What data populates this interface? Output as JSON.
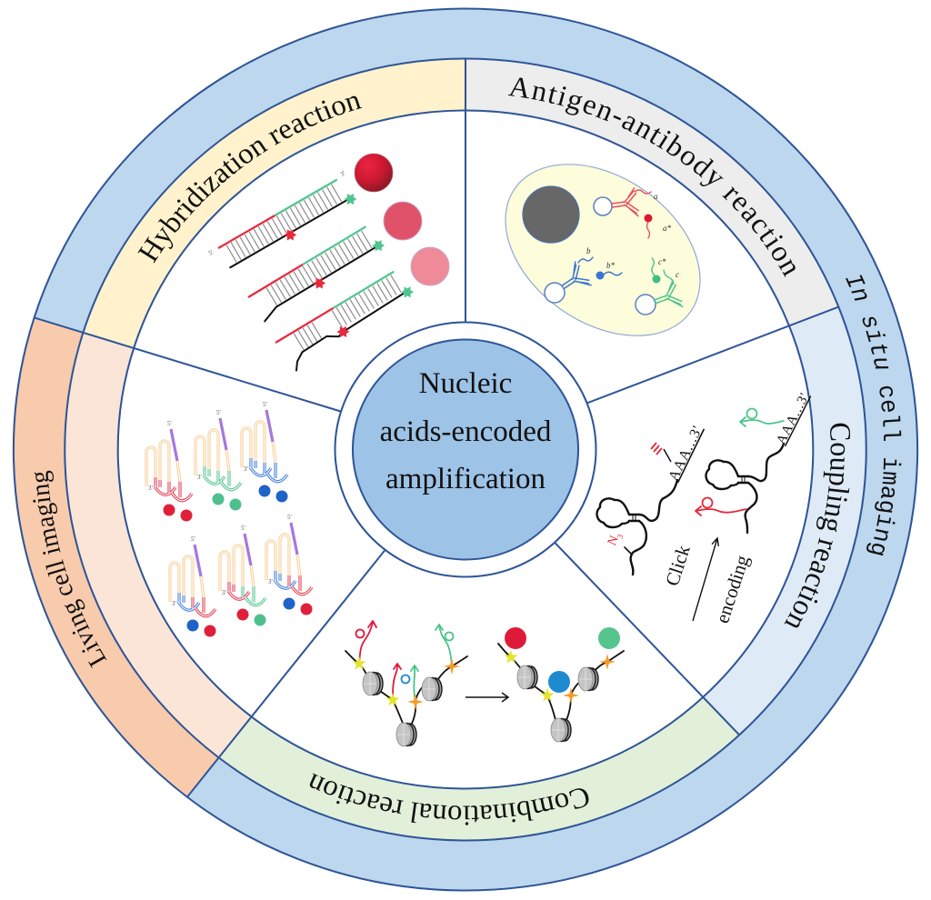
{
  "center": {
    "line1": "Nucleic",
    "line2": "acids-encoded",
    "line3": "amplification"
  },
  "outer_ring": {
    "in_situ_italic": "In situ",
    "in_situ_rest": " cell imaging",
    "living": "Living cell imaging"
  },
  "sectors": {
    "hybridization": {
      "label": "Hybridization reaction",
      "five_prime": "5'",
      "three_prime": "3'"
    },
    "antigen": {
      "label": "Antigen-antibody reaction",
      "a": "a",
      "a_star": "a*",
      "b": "b",
      "b_star": "b*",
      "c": "c",
      "c_star": "c*"
    },
    "coupling": {
      "label": "Coupling reaction",
      "azide": "N",
      "azide_subscript": "3",
      "poly_a": "AAA...3'",
      "click": "Click",
      "encoding": "encoding"
    },
    "combinational": {
      "label": "Combinational reaction"
    },
    "living_probes": {
      "five_prime": "5'",
      "three_prime": "3'"
    }
  },
  "colors": {
    "outer_in_situ": "#bdd7ee",
    "outer_living": "#f8cbad",
    "hybridization": "#fff2cc",
    "antigen": "#ededed",
    "coupling": "#deebf7",
    "combinational": "#e2f0d9",
    "living": "#fbe5d6",
    "center": "#9dc3e6",
    "outline": "#2f5597"
  }
}
